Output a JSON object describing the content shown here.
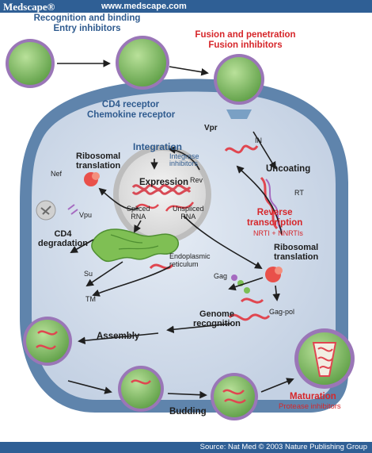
{
  "header": {
    "brand": "Medscape®",
    "url": "www.medscape.com"
  },
  "footer": {
    "source": "Source: Nat Med © 2003 Nature Publishing Group"
  },
  "labels": {
    "recognition_line1": "Recognition and binding",
    "recognition_line2": "Entry inhibitors",
    "fusion_line1": "Fusion and penetration",
    "fusion_line2": "Fusion inhibitors",
    "cd4_receptor": "CD4 receptor",
    "chemokine_receptor": "Chemokine receptor",
    "vpr": "Vpr",
    "in": "IN",
    "integration": "Integration",
    "integrase_inhibitors_line1": "Integrase",
    "integrase_inhibitors_line2": "inhibitors",
    "ribosomal_translation_1_line1": "Ribosomal",
    "ribosomal_translation_1_line2": "translation",
    "nef": "Nef",
    "expression": "Expression",
    "rev": "Rev",
    "spliced_rna_line1": "Spliced",
    "spliced_rna_line2": "RNA",
    "unspliced_rna_line1": "Unspliced",
    "unspliced_rna_line2": "RNA",
    "vpu": "Vpu",
    "uncoating": "Uncoating",
    "rt": "RT",
    "reverse_transcription_line1": "Reverse",
    "reverse_transcription_line2": "transcription",
    "nrti": "NRTI + NNRTIs",
    "cd4_degradation_line1": "CD4",
    "cd4_degradation_line2": "degradation",
    "er_line1": "Endoplasmic",
    "er_line2": "reticulum",
    "ribosomal_translation_2_line1": "Ribosomal",
    "ribosomal_translation_2_line2": "translation",
    "su": "Su",
    "tm": "TM",
    "gag": "Gag",
    "gag_pol": "Gag-pol",
    "genome_recognition_line1": "Genome",
    "genome_recognition_line2": "recognition",
    "assembly": "Assembly",
    "budding": "Budding",
    "maturation": "Maturation",
    "protease_inhibitors": "Protease inhibitors"
  },
  "colors": {
    "header_bar": "#2f5f95",
    "cytoplasm": "#c9d5e5",
    "membrane": "#5f84ac",
    "virion": "#8cc56b",
    "spike": "#9a76b7",
    "rna": "#e04650",
    "label_blue": "#2f5b8f",
    "label_red": "#d6262a"
  }
}
